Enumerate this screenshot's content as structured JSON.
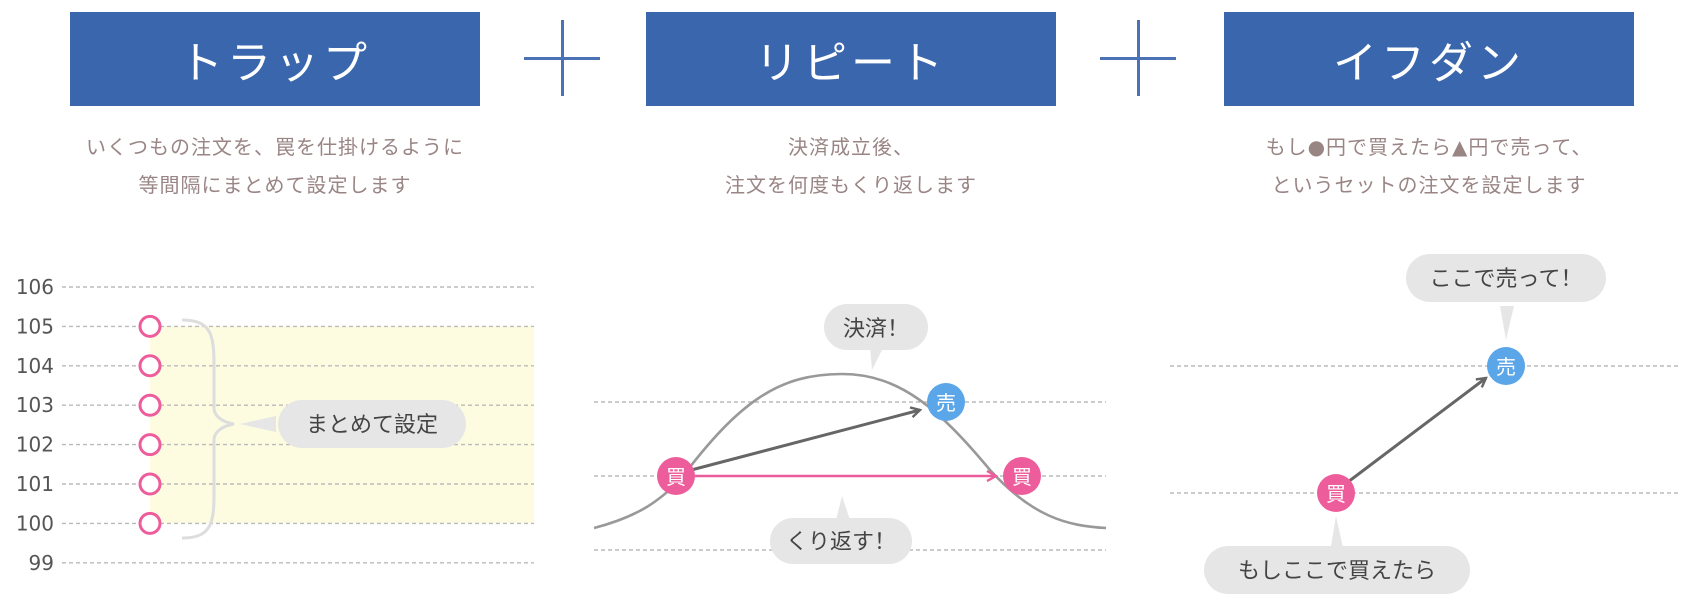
{
  "colors": {
    "banner": "#3a66ad",
    "plus": "#4a72b5",
    "desc_text": "#9a8585",
    "buy": "#ee5d9b",
    "sell": "#5aa6e8",
    "arrow_dark": "#666666",
    "arrow_pink": "#ee5d9b",
    "grid": "#bbbbbb",
    "bubble": "#e6e6e6",
    "zone": "#fdfbe0"
  },
  "panels": [
    {
      "title": "トラップ",
      "desc_line1": "いくつもの注文を、罠を仕掛けるように",
      "desc_line2": "等間隔にまとめて設定します"
    },
    {
      "title": "リピート",
      "desc_line1": "決済成立後、",
      "desc_line2": "注文を何度もくり返します"
    },
    {
      "title": "イフダン",
      "desc_line1": "もし●円で買えたら▲円で売って、",
      "desc_line2": "というセットの注文を設定します"
    }
  ],
  "separator": "plus-icon",
  "trap": {
    "levels": [
      106,
      105,
      104,
      103,
      102,
      101,
      100,
      99
    ],
    "order_levels": [
      105,
      104,
      103,
      102,
      101,
      100
    ],
    "callout": "まとめて設定"
  },
  "repeat": {
    "buy_label": "買",
    "sell_label": "売",
    "settle_callout": "決済！",
    "repeat_callout": "くり返す！"
  },
  "ifdone": {
    "buy_label": "買",
    "sell_label": "売",
    "sell_callout": "ここで売って！",
    "buy_callout": "もしここで買えたら"
  }
}
